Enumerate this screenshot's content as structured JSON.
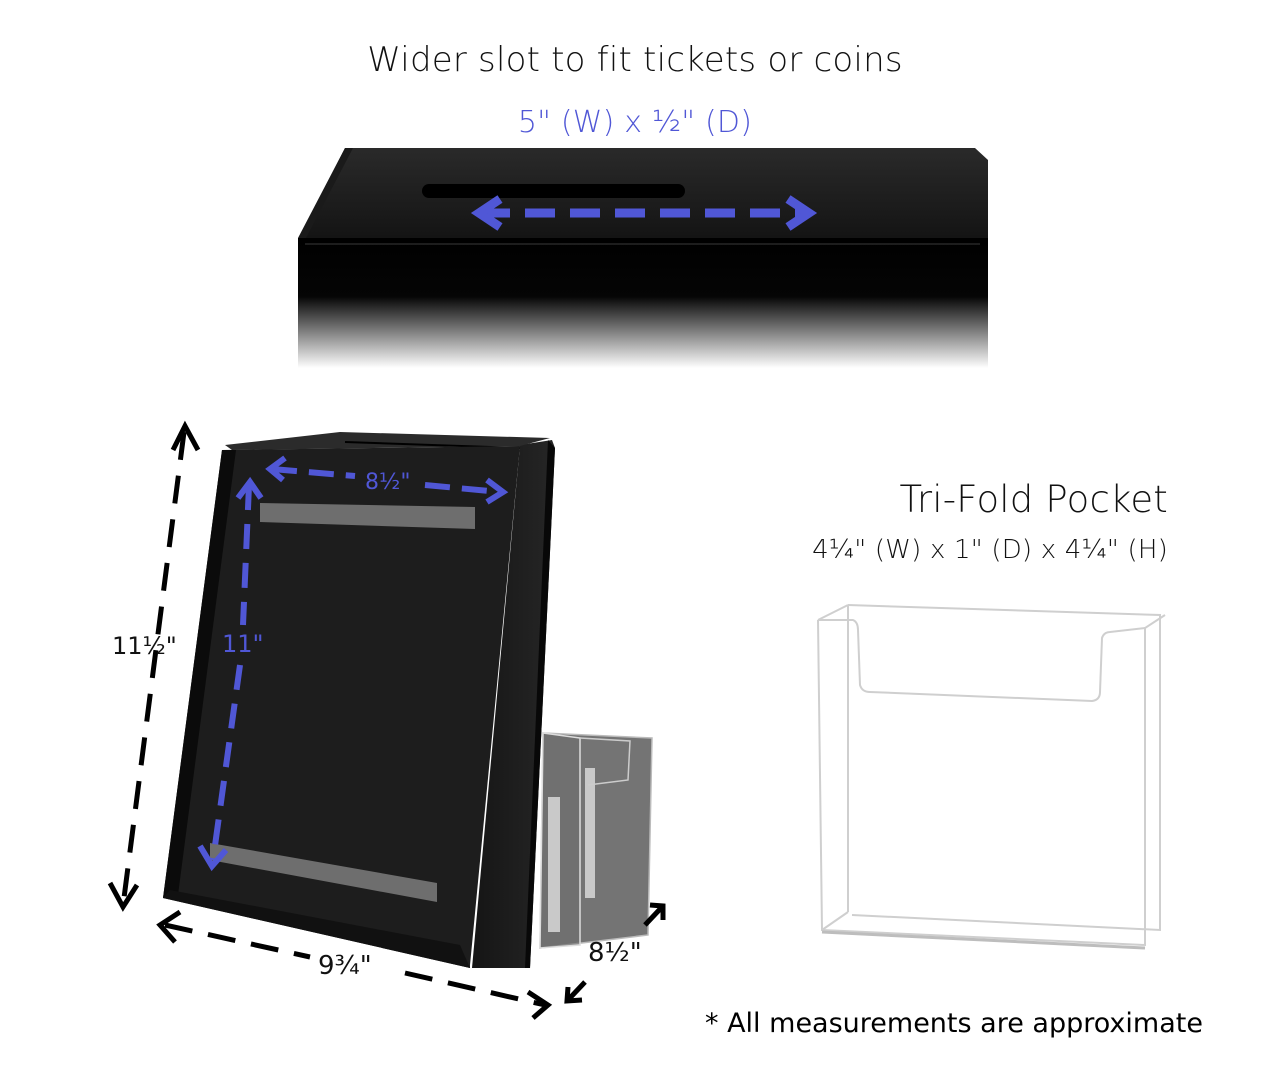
{
  "top_section": {
    "title": "Wider slot to fit tickets or coins",
    "slot_dimensions": "5\" (W) x ½\" (D)"
  },
  "main_box": {
    "height_outer": "11½\"",
    "height_inner": "11\"",
    "width_inner": "8½\"",
    "width_base": "9¾\"",
    "depth": "8½\""
  },
  "pocket": {
    "title": "Tri-Fold Pocket",
    "dimensions": "4¼\" (W) x 1\" (D) x 4¼\" (H)"
  },
  "footnote": "* All measurements are approximate",
  "colors": {
    "accent": "#5057d6",
    "box": "#1c1c1c",
    "text": "#111111"
  }
}
